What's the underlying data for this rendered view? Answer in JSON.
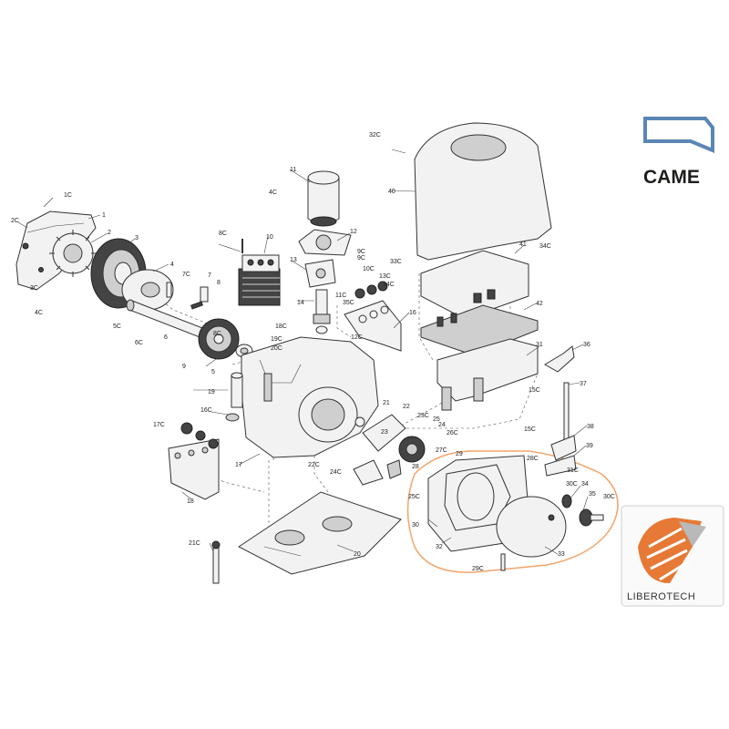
{
  "brand": {
    "came_logo_text": "CAME",
    "came_color": "#5a86b5",
    "watermark_text": "LIBEROTECH",
    "watermark_color": "#e36a1f"
  },
  "highlight": {
    "color": "#f2a56b"
  },
  "part_labels": [
    "1C",
    "1",
    "2C",
    "2",
    "3",
    "3C",
    "4",
    "4C",
    "5",
    "5C",
    "6",
    "6C",
    "7",
    "7C",
    "8",
    "8C",
    "9",
    "9C",
    "10",
    "10C",
    "11",
    "11C",
    "12",
    "12C",
    "13",
    "13C",
    "14",
    "14C",
    "15C",
    "16",
    "16C",
    "17",
    "17C",
    "18",
    "18C",
    "19",
    "19C",
    "20",
    "20C",
    "21",
    "21C",
    "22",
    "22C",
    "23",
    "23C",
    "24",
    "24C",
    "25",
    "25C",
    "26C",
    "27C",
    "28",
    "28C",
    "29",
    "29C",
    "30",
    "30C",
    "31",
    "31C",
    "32",
    "32C",
    "33",
    "33C",
    "34",
    "34C",
    "35",
    "35C",
    "36",
    "37",
    "38",
    "39",
    "40",
    "41",
    "42",
    "4C",
    "8C",
    "9C",
    "30C",
    "15C"
  ]
}
